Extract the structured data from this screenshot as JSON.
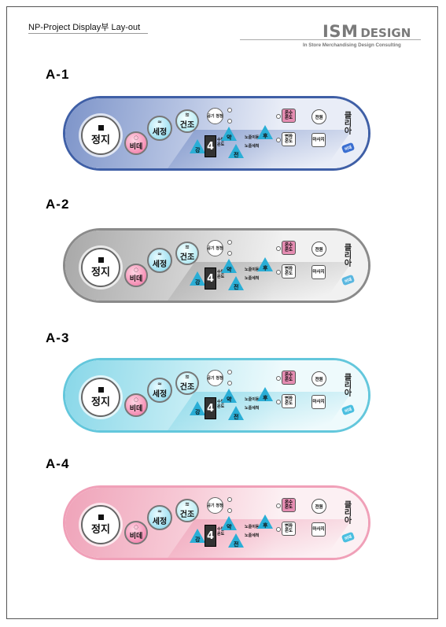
{
  "document": {
    "title": "NP-Project Display부 Lay-out",
    "brand": {
      "main": "ISM",
      "sub": "DESIGN",
      "tagline": "In Store Merchandising Design Consulting"
    }
  },
  "panel_text": {
    "stop": "정지",
    "bidet": "비데",
    "wash": "세정",
    "dry": "건조",
    "air": "공기 청정",
    "decrease": "강",
    "display_value": "4",
    "level_label": "수압 온도",
    "weak": "약",
    "front": "전",
    "nozzle_wash": "노즐이동",
    "nozzle_clean": "노즐세척",
    "back": "후",
    "water_temp": "온수 온도",
    "seat_temp": "변좌 온도",
    "power": "전원",
    "massage": "마사지",
    "product_name": "클리아",
    "product_badge": "비데"
  },
  "variants": [
    {
      "label": "A-1",
      "theme": "blue",
      "border": "#3f5fa6",
      "base": "#e9edf7",
      "wedge1": "#b9c6e4",
      "wedge2": "#7d94c9",
      "badge": "#3b6fd1"
    },
    {
      "label": "A-2",
      "theme": "gray",
      "border": "#8a8a8a",
      "base": "#f1f1f1",
      "wedge1": "#d2d2d2",
      "wedge2": "#a8a8a8",
      "badge": "#5ab7e0"
    },
    {
      "label": "A-3",
      "theme": "cyan",
      "border": "#63c7dc",
      "base": "#eefafc",
      "wedge1": "#c3ecf4",
      "wedge2": "#88d7e8",
      "badge": "#4bbfe0"
    },
    {
      "label": "A-4",
      "theme": "pink",
      "border": "#f0a0b8",
      "base": "#fcf0f3",
      "wedge1": "#f7cbd7",
      "wedge2": "#efa3b9",
      "badge": "#4bbfe0"
    }
  ]
}
